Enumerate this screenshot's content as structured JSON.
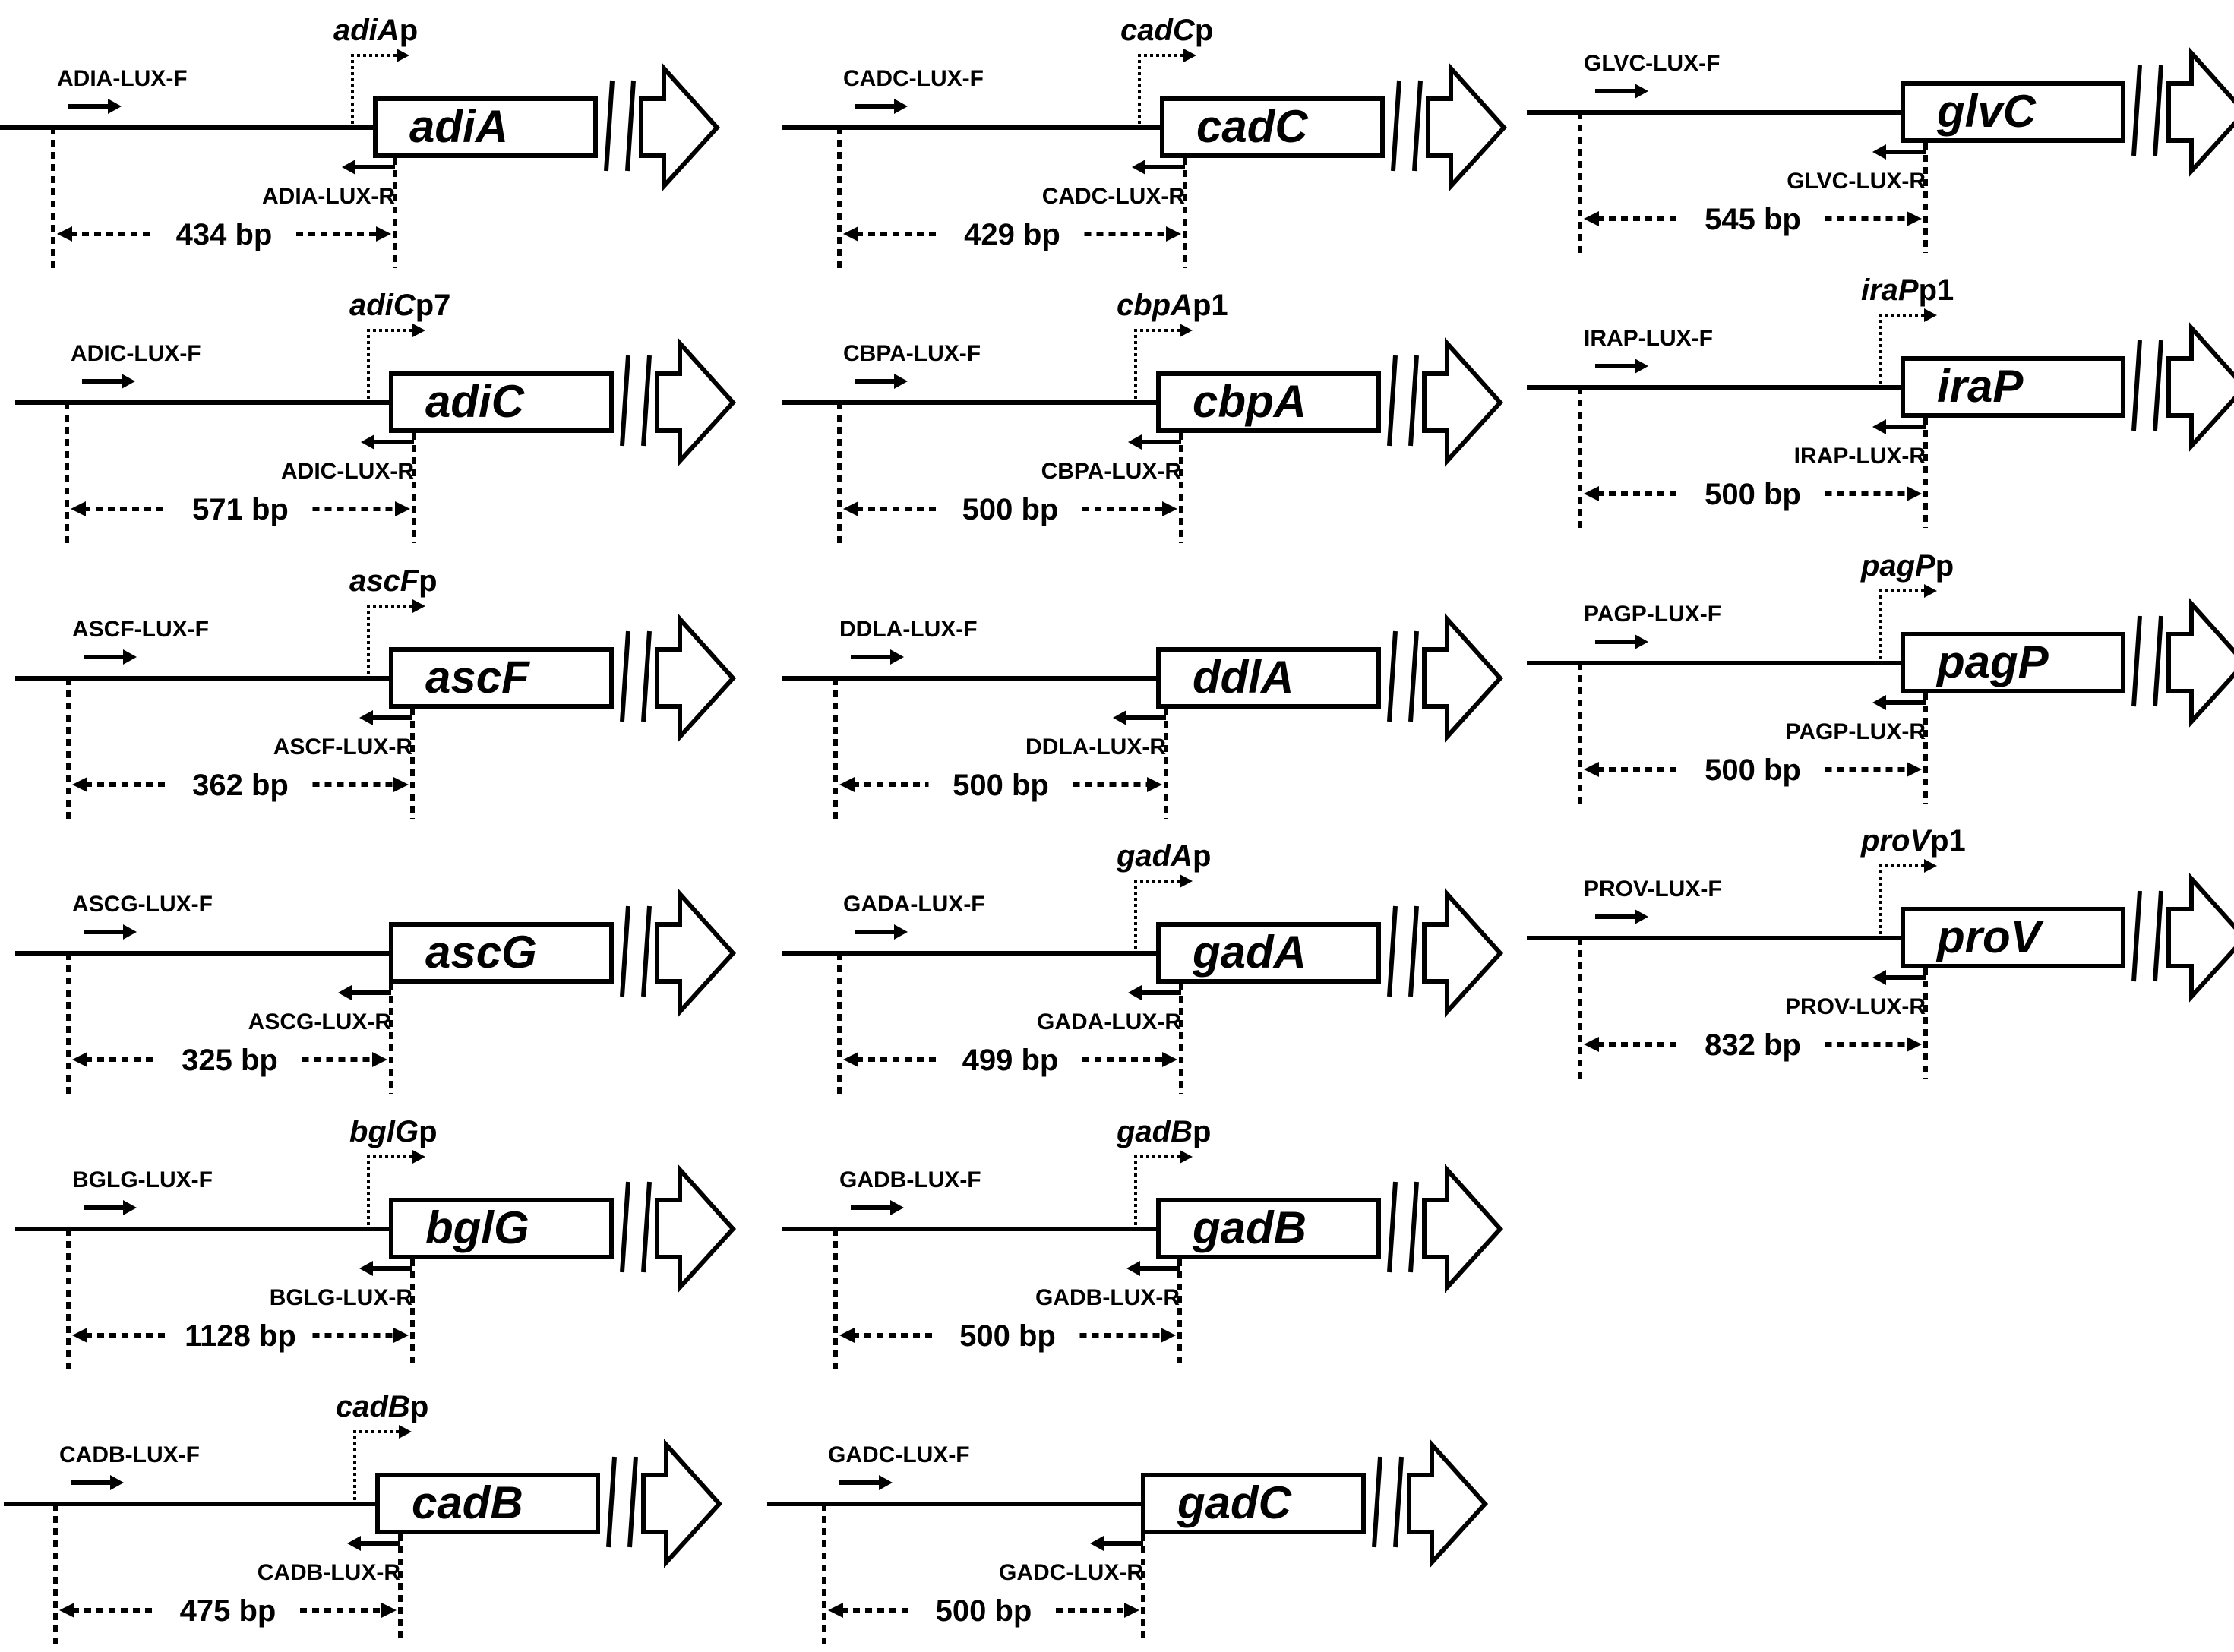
{
  "constructs": [
    {
      "id": "adiA",
      "gene": "adiA",
      "fwd": "ADIA-LUX-F",
      "rev": "ADIA-LUX-R",
      "size": "434 bp",
      "prom_it": "adiA",
      "prom_suf": "p"
    },
    {
      "id": "adiC",
      "gene": "adiC",
      "fwd": "ADIC-LUX-F",
      "rev": "ADIC-LUX-R",
      "size": "571 bp",
      "prom_it": "adiC",
      "prom_suf": "p7"
    },
    {
      "id": "ascF",
      "gene": "ascF",
      "fwd": "ASCF-LUX-F",
      "rev": "ASCF-LUX-R",
      "size": "362 bp",
      "prom_it": "ascF",
      "prom_suf": "p"
    },
    {
      "id": "ascG",
      "gene": "ascG",
      "fwd": "ASCG-LUX-F",
      "rev": "ASCG-LUX-R",
      "size": "325 bp",
      "prom_it": "",
      "prom_suf": ""
    },
    {
      "id": "bglG",
      "gene": "bglG",
      "fwd": "BGLG-LUX-F",
      "rev": "BGLG-LUX-R",
      "size": "1128 bp",
      "prom_it": "bglG",
      "prom_suf": "p"
    },
    {
      "id": "cadB",
      "gene": "cadB",
      "fwd": "CADB-LUX-F",
      "rev": "CADB-LUX-R",
      "size": "475 bp",
      "prom_it": "cadB",
      "prom_suf": "p"
    },
    {
      "id": "cadC",
      "gene": "cadC",
      "fwd": "CADC-LUX-F",
      "rev": "CADC-LUX-R",
      "size": "429 bp",
      "prom_it": "cadC",
      "prom_suf": "p"
    },
    {
      "id": "cbpA",
      "gene": "cbpA",
      "fwd": "CBPA-LUX-F",
      "rev": "CBPA-LUX-R",
      "size": "500 bp",
      "prom_it": "cbpA",
      "prom_suf": "p1"
    },
    {
      "id": "ddlA",
      "gene": "ddlA",
      "fwd": "DDLA-LUX-F",
      "rev": "DDLA-LUX-R",
      "size": "500 bp",
      "prom_it": "",
      "prom_suf": ""
    },
    {
      "id": "gadA",
      "gene": "gadA",
      "fwd": "GADA-LUX-F",
      "rev": "GADA-LUX-R",
      "size": "499 bp",
      "prom_it": "gadA",
      "prom_suf": "p"
    },
    {
      "id": "gadB",
      "gene": "gadB",
      "fwd": "GADB-LUX-F",
      "rev": "GADB-LUX-R",
      "size": "500 bp",
      "prom_it": "gadB",
      "prom_suf": "p"
    },
    {
      "id": "gadC",
      "gene": "gadC",
      "fwd": "GADC-LUX-F",
      "rev": "GADC-LUX-R",
      "size": "500 bp",
      "prom_it": "",
      "prom_suf": ""
    },
    {
      "id": "glvC",
      "gene": "glvC",
      "fwd": "GLVC-LUX-F",
      "rev": "GLVC-LUX-R",
      "size": "545 bp",
      "prom_it": "",
      "prom_suf": ""
    },
    {
      "id": "iraP",
      "gene": "iraP",
      "fwd": "IRAP-LUX-F",
      "rev": "IRAP-LUX-R",
      "size": "500 bp",
      "prom_it": "iraP",
      "prom_suf": "p1"
    },
    {
      "id": "pagP",
      "gene": "pagP",
      "fwd": "PAGP-LUX-F",
      "rev": "PAGP-LUX-R",
      "size": "500 bp",
      "prom_it": "pagP",
      "prom_suf": "p"
    },
    {
      "id": "proV",
      "gene": "proV",
      "fwd": "PROV-LUX-F",
      "rev": "PROV-LUX-R",
      "size": "832 bp",
      "prom_it": "proV",
      "prom_suf": "p1"
    }
  ]
}
